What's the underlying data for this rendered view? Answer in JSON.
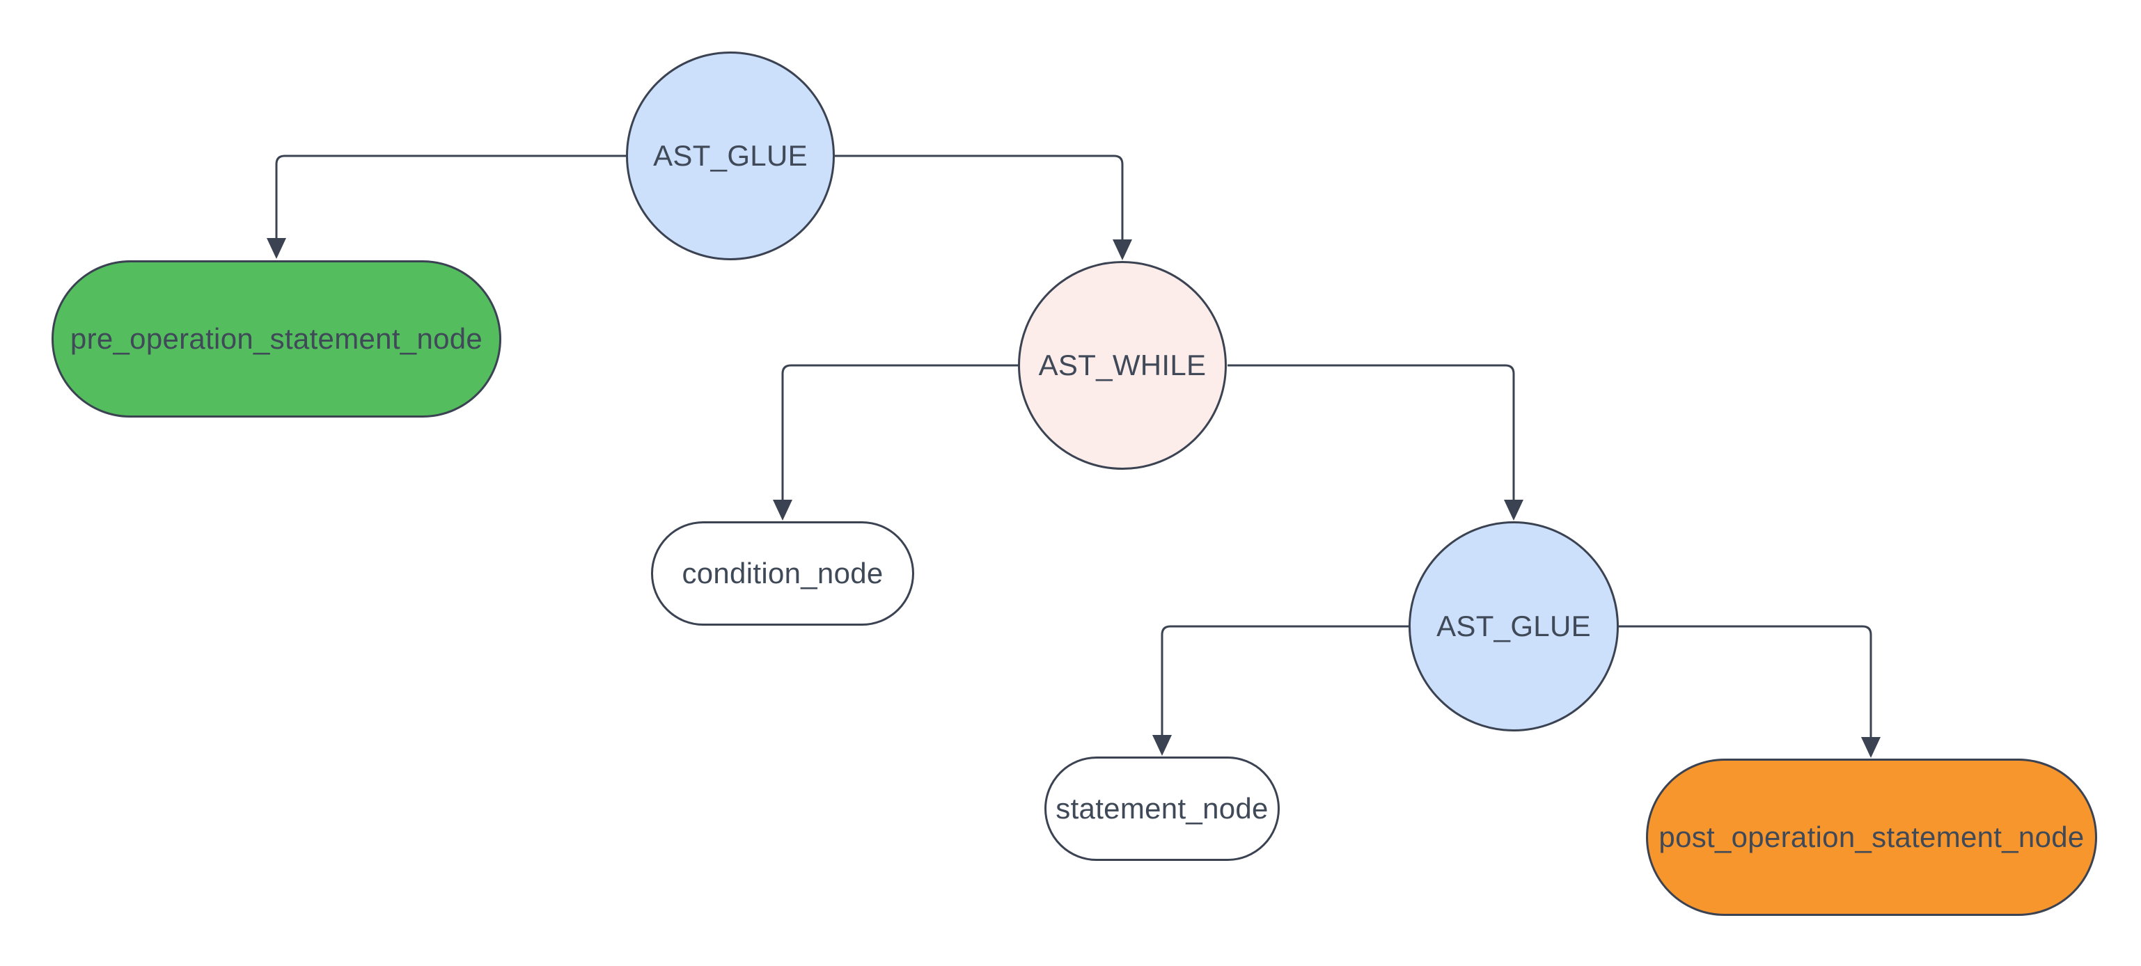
{
  "diagram": {
    "background": "#FFFFFF",
    "colors": {
      "edge": "#3B4352",
      "node_border": "#3B4352",
      "text": "#3F4957",
      "blue_fill": "#CCE0FB",
      "pink_fill": "#FCECEA",
      "green_fill": "#54BE5F",
      "orange_fill": "#F7962D",
      "white_fill": "#FFFFFF"
    },
    "nodes": [
      {
        "id": "glue_root",
        "label": "AST_GLUE",
        "shape": "circle",
        "fill": "#CCE0FB"
      },
      {
        "id": "pre",
        "label": "pre_operation_statement_node",
        "shape": "pill",
        "fill": "#54BE5F"
      },
      {
        "id": "while",
        "label": "AST_WHILE",
        "shape": "circle",
        "fill": "#FCECEA"
      },
      {
        "id": "condition",
        "label": "condition_node",
        "shape": "pill",
        "fill": "#FFFFFF"
      },
      {
        "id": "glue_inner",
        "label": "AST_GLUE",
        "shape": "circle",
        "fill": "#CCE0FB"
      },
      {
        "id": "statement",
        "label": "statement_node",
        "shape": "pill",
        "fill": "#FFFFFF"
      },
      {
        "id": "post",
        "label": "post_operation_statement_node",
        "shape": "pill",
        "fill": "#F7962D"
      }
    ],
    "edges": [
      {
        "from": "glue_root",
        "to": "pre"
      },
      {
        "from": "glue_root",
        "to": "while"
      },
      {
        "from": "while",
        "to": "condition"
      },
      {
        "from": "while",
        "to": "glue_inner"
      },
      {
        "from": "glue_inner",
        "to": "statement"
      },
      {
        "from": "glue_inner",
        "to": "post"
      }
    ]
  }
}
